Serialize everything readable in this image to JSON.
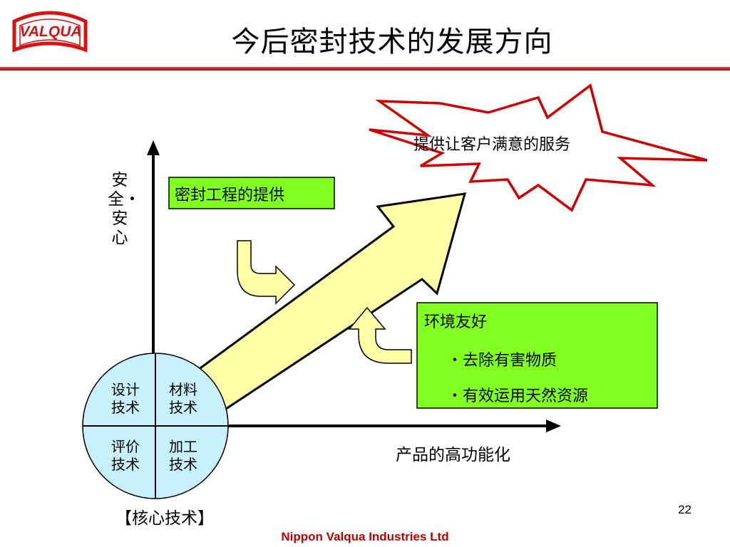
{
  "logo": {
    "text": "VALQUA"
  },
  "title": "今后密封技术的发展方向",
  "y_axis_label": "安全・安心",
  "x_axis_label": "产品的高功能化",
  "burst_text": "提供让客户满意的服务",
  "seal_box": "密封工程的提供",
  "environment": {
    "title": "环境友好",
    "items": [
      "・去除有害物质",
      "・有效运用天然资源"
    ]
  },
  "core": {
    "quadrants": [
      {
        "line1": "设计",
        "line2": "技术"
      },
      {
        "line1": "材料",
        "line2": "技术"
      },
      {
        "line1": "评价",
        "line2": "技术"
      },
      {
        "line1": "加工",
        "line2": "技术"
      }
    ],
    "label": "【核心技术】"
  },
  "page_number": "22",
  "footer": "Nippon Valqua Industries Ltd",
  "colors": {
    "accent_red": "#d21414",
    "arrow_yellow": "#ffffa8",
    "box_green": "#80ff20",
    "circle_blue": "#c8f0ff"
  }
}
